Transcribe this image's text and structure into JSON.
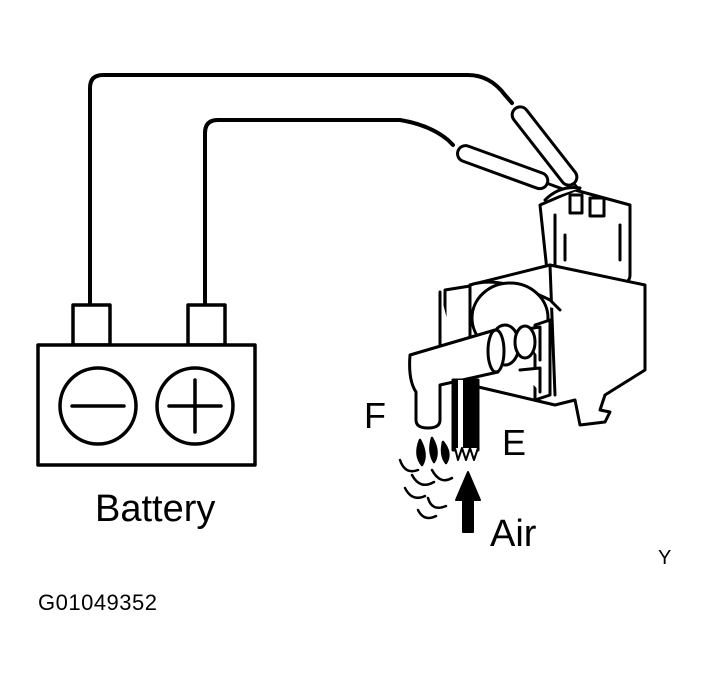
{
  "labels": {
    "battery": "Battery",
    "port_f": "F",
    "port_e": "E",
    "air": "Air",
    "corner_mark": "Y",
    "figure_id": "G01049352"
  },
  "battery": {
    "negative_terminal_icon": "minus-icon",
    "positive_terminal_icon": "plus-icon"
  },
  "colors": {
    "line": "#000000",
    "background": "#ffffff"
  }
}
